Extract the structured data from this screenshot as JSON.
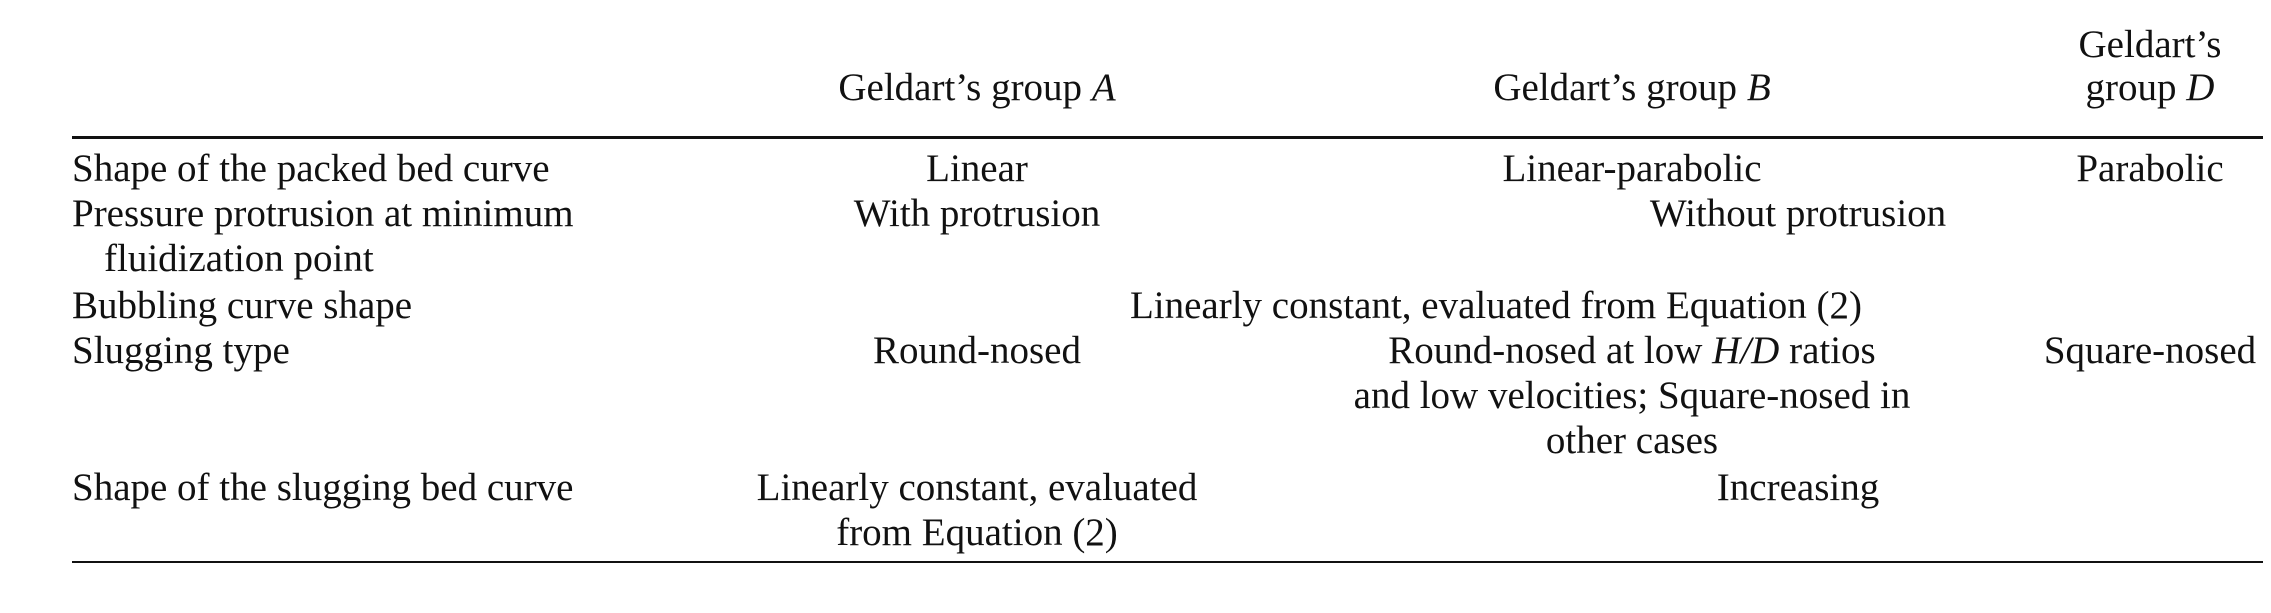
{
  "table": {
    "headers": {
      "group_a": {
        "text": "Geldart’s group ",
        "italic": "A"
      },
      "group_b": {
        "text": "Geldart’s group ",
        "italic": "B"
      },
      "group_d": {
        "line1": "Geldart’s",
        "line2": "group ",
        "italic": "D"
      }
    },
    "rows": [
      {
        "label": "Shape of the packed bed curve",
        "a": "Linear",
        "b": "Linear-parabolic",
        "d": "Parabolic"
      },
      {
        "label_line1": "Pressure protrusion at minimum",
        "label_line2": "fluidization point",
        "a": "With protrusion",
        "bd": "Without protrusion"
      },
      {
        "label": "Bubbling curve shape",
        "abd": "Linearly constant, evaluated from Equation (2)"
      },
      {
        "label": "Slugging type",
        "a": "Round-nosed",
        "b_line1_pre": "Round-nosed at low ",
        "b_line1_italic": "H/D",
        "b_line1_post": " ratios",
        "b_line2": "and low velocities; Square-nosed in",
        "b_line3": "other cases",
        "d": "Square-nosed"
      },
      {
        "label": "Shape of the slugging bed curve",
        "a_line1": "Linearly constant, evaluated",
        "a_line2": "from Equation (2)",
        "bd": "Increasing"
      }
    ]
  }
}
